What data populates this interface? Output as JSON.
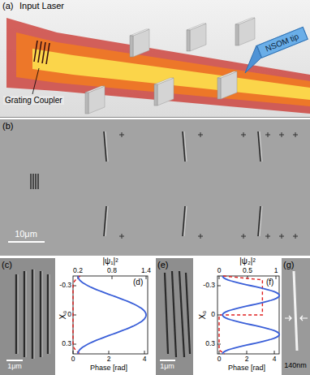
{
  "diagram": {
    "nodes": [
      {
        "text": [
          "NSOM tip"
        ]
      }
    ],
    "labels": [
      "(a)",
      "Input Laser",
      "Grating Coupler",
      "(b)",
      "10μm",
      "(c)",
      "1μm",
      "(d)",
      "|ψ₁|²",
      "0.2",
      "0.8",
      "1.4",
      "X₀",
      "-0.3",
      "0",
      "0.3",
      "0",
      "2",
      "4",
      "Phase [rad]",
      "(e)",
      "1μm",
      "(f)",
      "|ψ₂|²",
      "0",
      "0.5",
      "1",
      "X₀",
      "-0.3",
      "0",
      "0.3",
      "0",
      "2",
      "4",
      "Phase [rad]",
      "(g)",
      "140nm"
    ]
  }
}
